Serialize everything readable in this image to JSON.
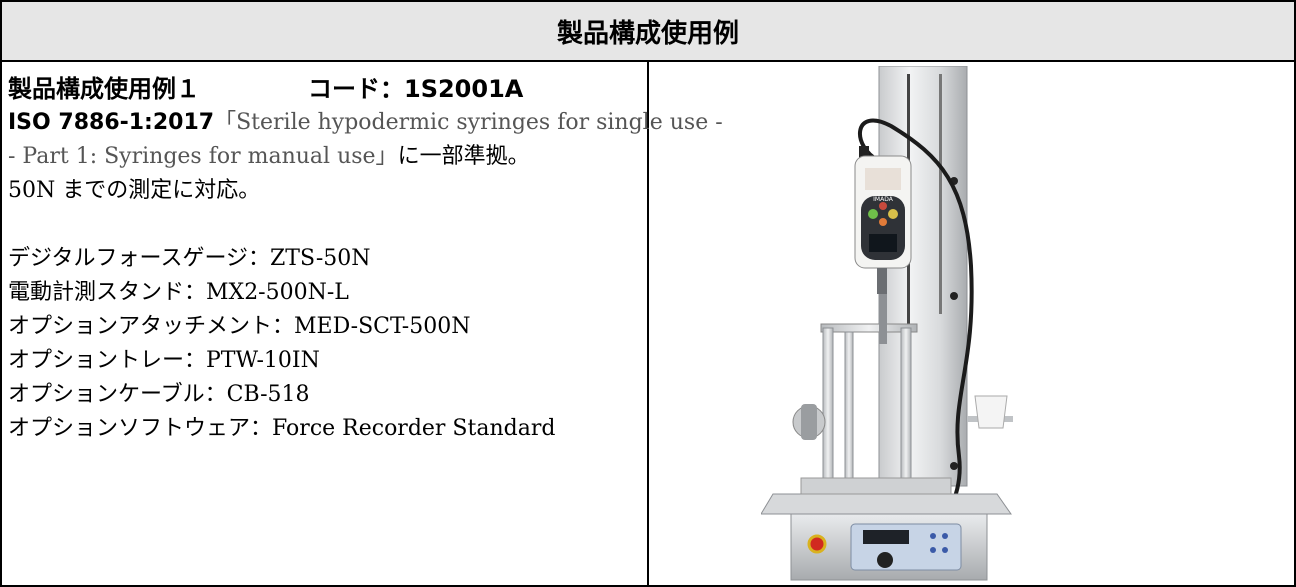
{
  "header": {
    "title": "製品構成使用例"
  },
  "example": {
    "title": "製品構成使用例１",
    "code": "コード：1S2001A",
    "standard_id": "ISO 7886-1:2017",
    "standard_text_line1": "「Sterile hypodermic syringes for single use -",
    "standard_text_line2": "- Part 1: Syringes for manual use」",
    "standard_suffix": "に一部準拠。",
    "range_note": "50N までの測定に対応。",
    "components": [
      "デジタルフォースゲージ：ZTS-50N",
      "電動計測スタンド：MX2-500N-L",
      "オプションアタッチメント：MED-SCT-500N",
      "オプショントレー：PTW-10IN",
      "オプションケーブル：CB-518",
      "オプションソフトウェア：Force Recorder Standard"
    ]
  },
  "image": {
    "gauge_brand": "IMADA"
  }
}
